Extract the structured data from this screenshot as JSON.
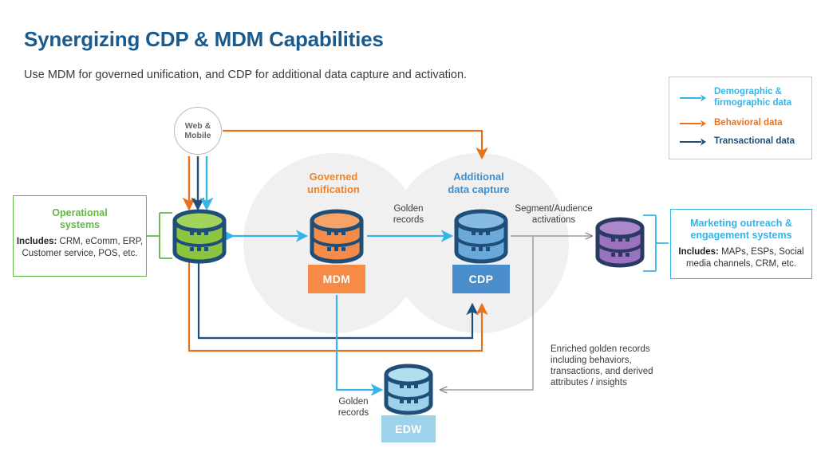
{
  "header": {
    "title": "Synergizing CDP & MDM Capabilities",
    "subtitle": "Use MDM for governed unification, and CDP for additional data capture and activation."
  },
  "colors": {
    "title_blue": "#1a5b8f",
    "cyan": "#35b4e8",
    "orange": "#e8721c",
    "navy": "#20588a",
    "green": "#63b544",
    "gray_line": "#8a8a8a",
    "circle_fill": "#f0f0f0"
  },
  "legend": {
    "items": [
      {
        "label": "Demographic &\nfirmographic data",
        "color": "#35b4e8",
        "icon": "arrow-right-icon"
      },
      {
        "label": "Behavioral data",
        "color": "#e8721c",
        "icon": "arrow-right-icon"
      },
      {
        "label": "Transactional data",
        "color": "#1f4e79",
        "icon": "arrow-right-icon"
      }
    ]
  },
  "left_box": {
    "title": "Operational\nsystems",
    "body_label": "Includes:",
    "body_text": " CRM, eComm, ERP, Customer service, POS, etc."
  },
  "right_box": {
    "title": "Marketing outreach &\nengagement systems",
    "body_label": "Includes:",
    "body_text": " MAPs, ESPs, Social media channels, CRM, etc."
  },
  "source_node": {
    "label": "Web &\nMobile"
  },
  "zones": {
    "governed": "Governed\nunification",
    "additional": "Additional\ndata capture"
  },
  "nodes": {
    "operational": {
      "name": "operational-systems-database",
      "color": "#8cc63f"
    },
    "mdm": {
      "chip": "MDM",
      "color": "#f58b46"
    },
    "cdp": {
      "chip": "CDP",
      "color": "#4a8fcc"
    },
    "edw": {
      "chip": "EDW",
      "color": "#9cd3ea"
    },
    "marketing": {
      "name": "marketing-systems-database",
      "color": "#9b72bf"
    }
  },
  "flow_labels": {
    "golden_records_top": "Golden\nrecords",
    "segment_activations": "Segment/Audience\nactivations",
    "golden_records_bottom": "Golden\nrecords",
    "enriched": "Enriched golden records including behaviors, transactions, and derived attributes / insights"
  }
}
